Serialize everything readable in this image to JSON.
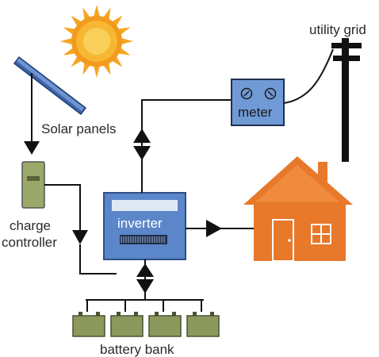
{
  "labels": {
    "utility_grid": "utility grid",
    "solar_panels": "Solar panels",
    "meter": "meter",
    "inverter": "inverter",
    "charge_line1": "charge",
    "charge_line2": "controller",
    "battery_bank": "battery bank"
  },
  "colors": {
    "sun_outer": "#f5a623",
    "sun_inner": "#f7c948",
    "panel": "#4a6fb5",
    "inverter": "#5b86c9",
    "meter": "#6f9ad6",
    "house": "#e8782a",
    "controller": "#9aa86a",
    "battery": "#8b9a5c",
    "wire": "#111111"
  }
}
